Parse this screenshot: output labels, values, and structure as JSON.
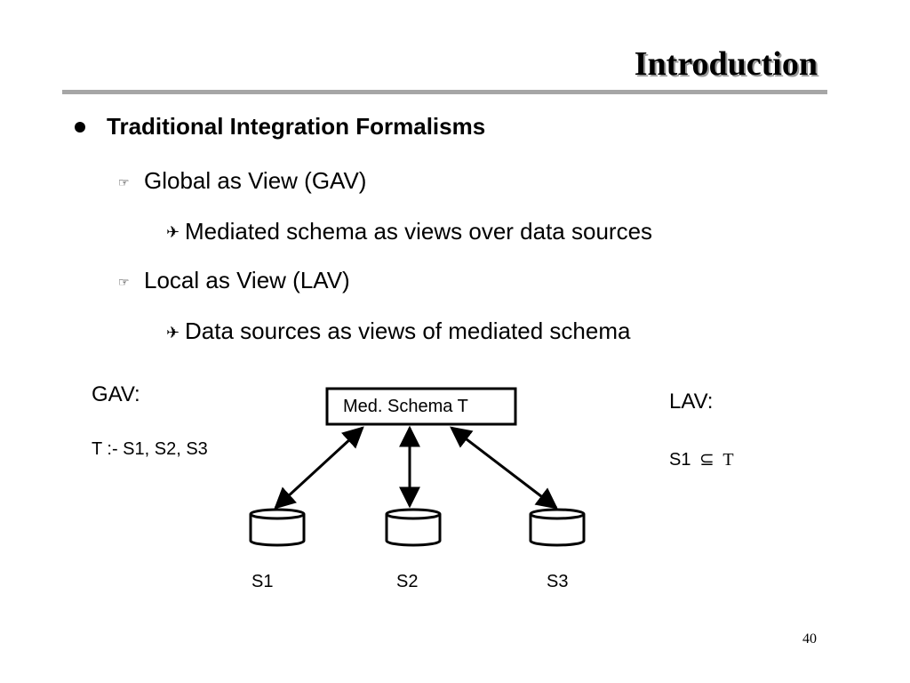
{
  "slide": {
    "title": "Introduction",
    "page_number": "40"
  },
  "outline": {
    "heading": "Traditional Integration Formalisms",
    "items": [
      {
        "label": "Global as View (GAV)",
        "sub": "Mediated schema as views over data sources"
      },
      {
        "label": "Local as View (LAV)",
        "sub": "Data sources as views of mediated schema"
      }
    ]
  },
  "diagram": {
    "gav_label": "GAV:",
    "gav_rule": "T :- S1, S2, S3",
    "lav_label": "LAV:",
    "lav_rule_left": "S1",
    "lav_rule_symbol": "⊆",
    "lav_rule_right": "T",
    "mediator_label": "Med. Schema T",
    "sources": [
      "S1",
      "S2",
      "S3"
    ]
  },
  "icons": {
    "level2": "pointing-hand-icon",
    "level3": "airplane-icon"
  }
}
